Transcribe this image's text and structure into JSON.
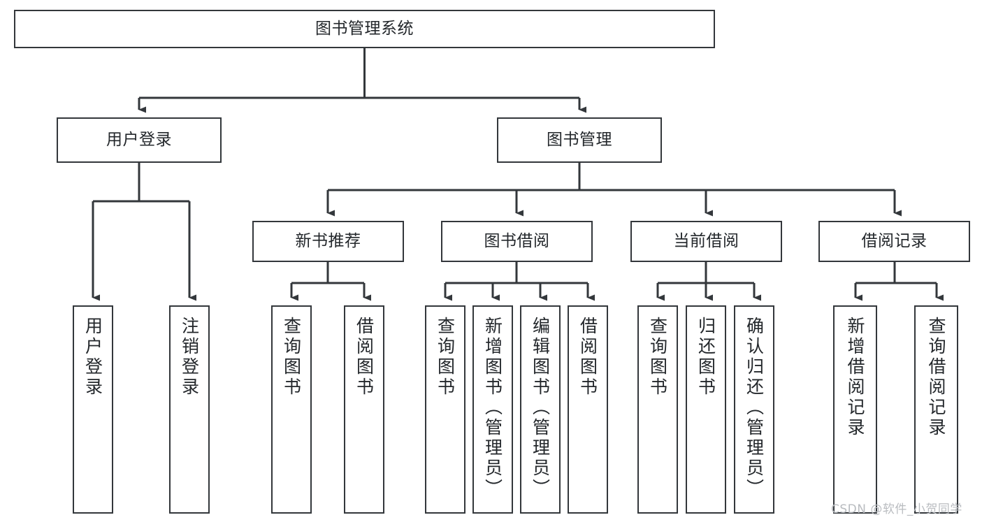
{
  "diagram": {
    "type": "tree-hierarchy-chart",
    "title": "图书管理系统",
    "line_color": "#33373b",
    "box_border_color": "#33373b",
    "box_fill_color": "#ffffff",
    "text_color": "#23272b",
    "background_color": "#ffffff"
  },
  "nodes": {
    "root": {
      "label": "图书管理系统"
    },
    "level2": [
      {
        "label": "用户登录"
      },
      {
        "label": "图书管理"
      }
    ],
    "level3": [
      {
        "label": "新书推荐"
      },
      {
        "label": "图书借阅"
      },
      {
        "label": "当前借阅"
      },
      {
        "label": "借阅记录"
      }
    ],
    "leaves_user_login": [
      {
        "label": "用户登录"
      },
      {
        "label": "注销登录"
      }
    ],
    "leaves_new_book": [
      {
        "label": "查询图书"
      },
      {
        "label": "借阅图书"
      }
    ],
    "leaves_borrow": [
      {
        "label": "查询图书"
      },
      {
        "label": "新增图书（管理员）"
      },
      {
        "label": "编辑图书（管理员）"
      },
      {
        "label": "借阅图书"
      }
    ],
    "leaves_current": [
      {
        "label": "查询图书"
      },
      {
        "label": "归还图书"
      },
      {
        "label": "确认归还（管理员）"
      }
    ],
    "leaves_records": [
      {
        "label": "新增借阅记录"
      },
      {
        "label": "查询借阅记录"
      }
    ]
  },
  "watermark": {
    "text": "CSDN @软件_小贺同学"
  }
}
